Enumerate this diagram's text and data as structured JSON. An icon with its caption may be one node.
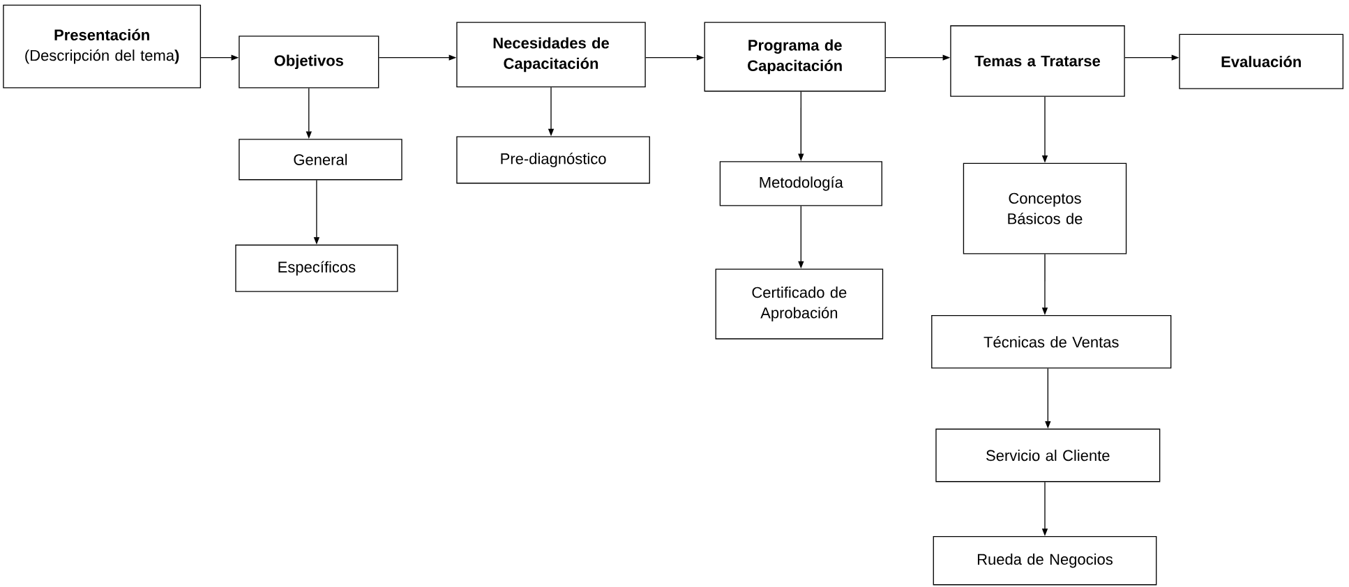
{
  "diagram": {
    "nodes": [
      {
        "text": [
          "Presentación",
          "(Descripción del tema**)**"
        ]
      },
      {
        "text": [
          "Objetivos"
        ]
      },
      {
        "text": [
          "Necesidades de Capacitación"
        ]
      },
      {
        "text": [
          "Programa de Capacitación"
        ]
      },
      {
        "text": [
          "Temas a Tratarse"
        ]
      },
      {
        "text": [
          "Evaluación"
        ]
      },
      {
        "text": [
          "General"
        ]
      },
      {
        "text": [
          "Específicos"
        ]
      },
      {
        "text": [
          "Pre-diagnóstico"
        ]
      },
      {
        "text": [
          "Metodología"
        ]
      },
      {
        "text": [
          "Certificado de Aprobación"
        ]
      },
      {
        "text": [
          "Conceptos Básicos de"
        ]
      },
      {
        "text": [
          "Técnicas de Ventas"
        ]
      },
      {
        "text": [
          "Servicio al Cliente"
        ]
      },
      {
        "text": [
          "Rueda de Negocios"
        ]
      }
    ],
    "edges": [
      {
        "from": 0,
        "to": 1,
        "arrow": "to"
      },
      {
        "from": 1,
        "to": 2,
        "arrow": "to"
      },
      {
        "from": 2,
        "to": 3,
        "arrow": "to"
      },
      {
        "from": 3,
        "to": 4,
        "arrow": "to"
      },
      {
        "from": 4,
        "to": 5,
        "arrow": "to"
      },
      {
        "from": 1,
        "to": 6,
        "arrow": "to"
      },
      {
        "from": 6,
        "to": 7,
        "arrow": "to"
      },
      {
        "from": 2,
        "to": 8,
        "arrow": "to"
      },
      {
        "from": 3,
        "to": 9,
        "arrow": "to"
      },
      {
        "from": 9,
        "to": 10,
        "arrow": "to"
      },
      {
        "from": 4,
        "to": 11,
        "arrow": "to"
      },
      {
        "from": 11,
        "to": 12,
        "arrow": "to"
      },
      {
        "from": 12,
        "to": 13,
        "arrow": "to"
      },
      {
        "from": 13,
        "to": 14,
        "arrow": "to"
      }
    ]
  }
}
